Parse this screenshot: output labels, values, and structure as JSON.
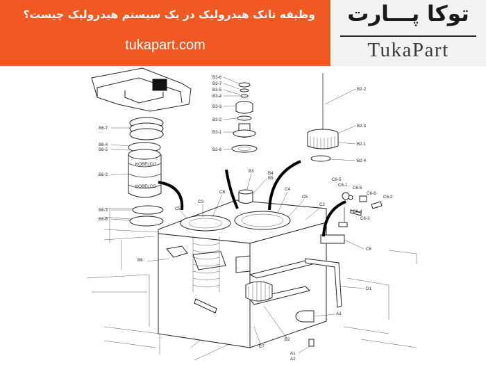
{
  "banner": {
    "title": "وظیفه تانک هیدرولیک در یک سیستم هیدرولیک چیست؟",
    "url": "tukapart.com",
    "background_color": "#f05a22",
    "text_color": "#ffffff"
  },
  "logo": {
    "persian_text": "توکا پـــارت",
    "english_text": "TukaPart",
    "background_color": "#f2f2f2"
  },
  "diagram": {
    "callouts": {
      "b36": "B3-6",
      "b37": "B3-7",
      "b35": "B3-5",
      "b34": "B3-4",
      "b33": "B3-3",
      "b32": "B3-2",
      "b31": "B3-1",
      "b38": "B3-8",
      "b3": "B3",
      "b4": "B4",
      "b5": "B5",
      "b22": "B2-2",
      "b23": "B2-3",
      "b21": "B2-1",
      "b24": "B2-4",
      "b67": "B6-7",
      "b64": "B6-4",
      "b65": "B6-5",
      "b62": "B6-2",
      "b63": "B6-3",
      "b66": "B6-6",
      "b6": "B6",
      "c5a": "C5",
      "c3": "C3",
      "c8": "C8",
      "c4": "C4",
      "c5b": "C5",
      "c2": "C2",
      "c65": "C6-5",
      "c61": "C6-1",
      "c65b": "C6-5",
      "c66": "C6-6",
      "c62": "C6-2",
      "c64": "C6-4",
      "c63": "C6-3",
      "c6": "C6",
      "d1": "D1",
      "a3": "A3",
      "b2": "B2",
      "c7": "C7",
      "a1": "A1",
      "a2": "A2"
    },
    "filter_brand": "KOBELCO"
  }
}
